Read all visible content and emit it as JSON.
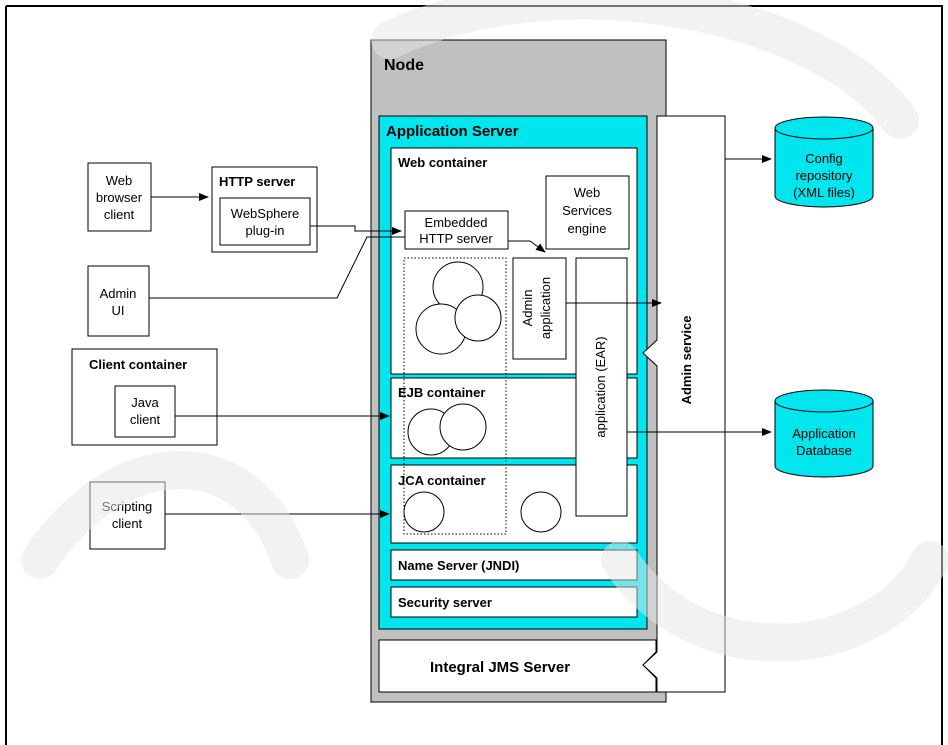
{
  "node": {
    "label": "Node"
  },
  "app_server": {
    "label": "Application Server"
  },
  "web_container": {
    "label": "Web container"
  },
  "ejb_container": {
    "label": "EJB container"
  },
  "jca_container": {
    "label": "JCA container"
  },
  "name_server": {
    "label": "Name Server (JNDI)"
  },
  "security_server": {
    "label": "Security server"
  },
  "jms_server": {
    "label": "Integral JMS Server"
  },
  "admin_service": {
    "label": "Admin service"
  },
  "embedded_http": {
    "line1": "Embedded",
    "line2": "HTTP server"
  },
  "web_services_engine": {
    "line1": "Web",
    "line2": "Services",
    "line3": "engine"
  },
  "admin_application": {
    "line1": "Admin",
    "line2": "application"
  },
  "application_ear": {
    "label": "application (EAR)"
  },
  "web_browser_client": {
    "line1": "Web",
    "line2": "browser",
    "line3": "client"
  },
  "http_server": {
    "label": "HTTP server"
  },
  "websphere_plugin": {
    "line1": "WebSphere",
    "line2": "plug-in"
  },
  "admin_ui": {
    "line1": "Admin",
    "line2": "UI"
  },
  "client_container": {
    "label": "Client container"
  },
  "java_client": {
    "line1": "Java",
    "line2": "client"
  },
  "scripting_client": {
    "line1": "Scripting",
    "line2": "client"
  },
  "config_repository": {
    "line1": "Config",
    "line2": "repository",
    "line3": "(XML files)"
  },
  "application_database": {
    "line1": "Application",
    "line2": "Database"
  },
  "colors": {
    "cyan": "#00E5EE",
    "node_gray": "#C0C0C0",
    "watermark": "#E6E6E6"
  }
}
